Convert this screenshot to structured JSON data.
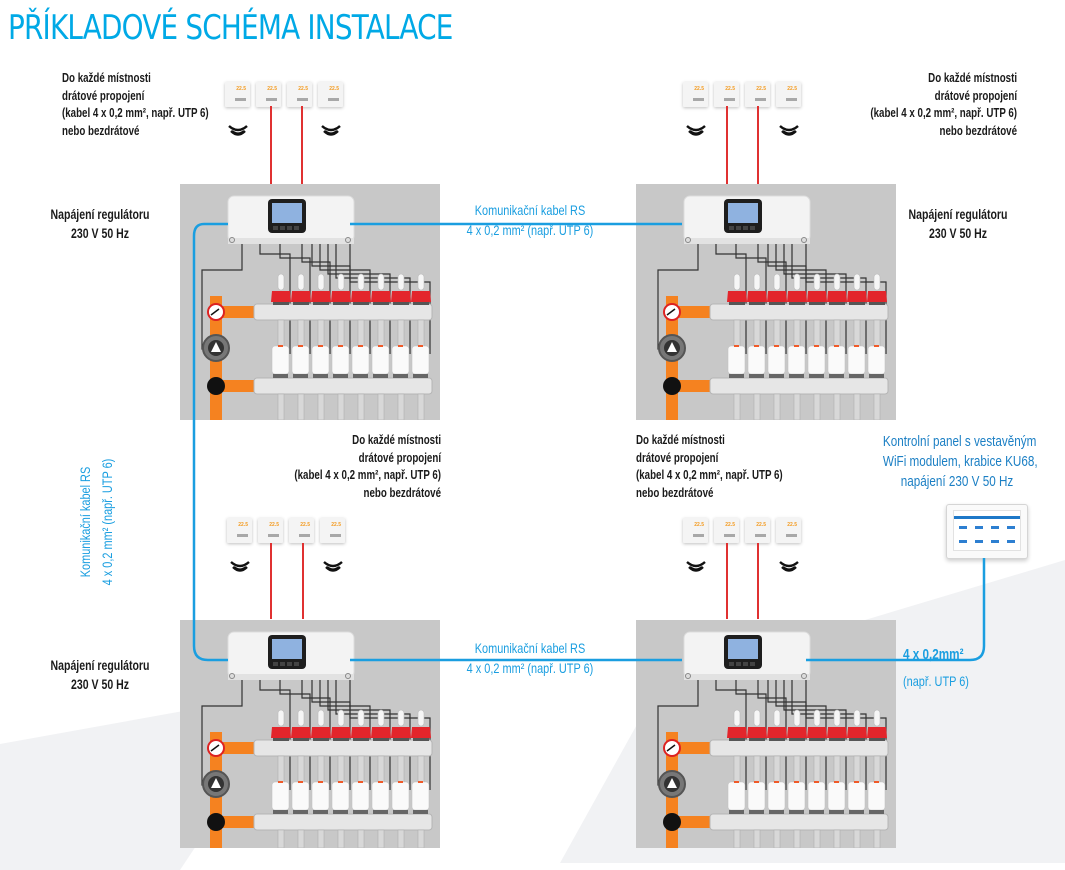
{
  "title": "PŘÍKLADOVÉ SCHÉMA INSTALACE",
  "colors": {
    "title": "#00a9e6",
    "rs_cable": "#1a9ee0",
    "room_wire": "#e03131",
    "pipe": "#f58220",
    "valve_cap": "#e3252b",
    "station_bg": "#c8c8c8",
    "thermostat_temp": "#f39a1e"
  },
  "room_connection_label": {
    "line1": "Do každé místnosti",
    "line2": "drátové propojení",
    "line3": "(kabel 4 x 0,2 mm², např. UTP 6)",
    "line4": "nebo bezdrátové"
  },
  "power_label": {
    "line1": "Napájení regulátoru",
    "line2": "230 V  50 Hz"
  },
  "rs_cable_label": {
    "line1": "Komunikační kabel RS",
    "line2": "4 x 0,2 mm² (např. UTP 6)"
  },
  "control_panel_label": {
    "line1": "Kontrolní panel s vestavěným",
    "line2": "WiFi modulem, krabice KU68,",
    "line3": "napájení 230 V 50 Hz"
  },
  "panel_cable_label": {
    "line1": "4 x 0,2mm²",
    "line2": "(např. UTP 6)"
  },
  "thermostat_display": "22.5",
  "stations": [
    {
      "id": "top-left",
      "zones": 8
    },
    {
      "id": "top-right",
      "zones": 8
    },
    {
      "id": "bottom-left",
      "zones": 8
    },
    {
      "id": "bottom-right",
      "zones": 8
    }
  ],
  "icons": {
    "wireless": "wireless-signal-icon",
    "pump": "circulation-pump-icon",
    "thermometer": "thermometer-gauge-icon",
    "controller": "controller-unit-icon"
  }
}
